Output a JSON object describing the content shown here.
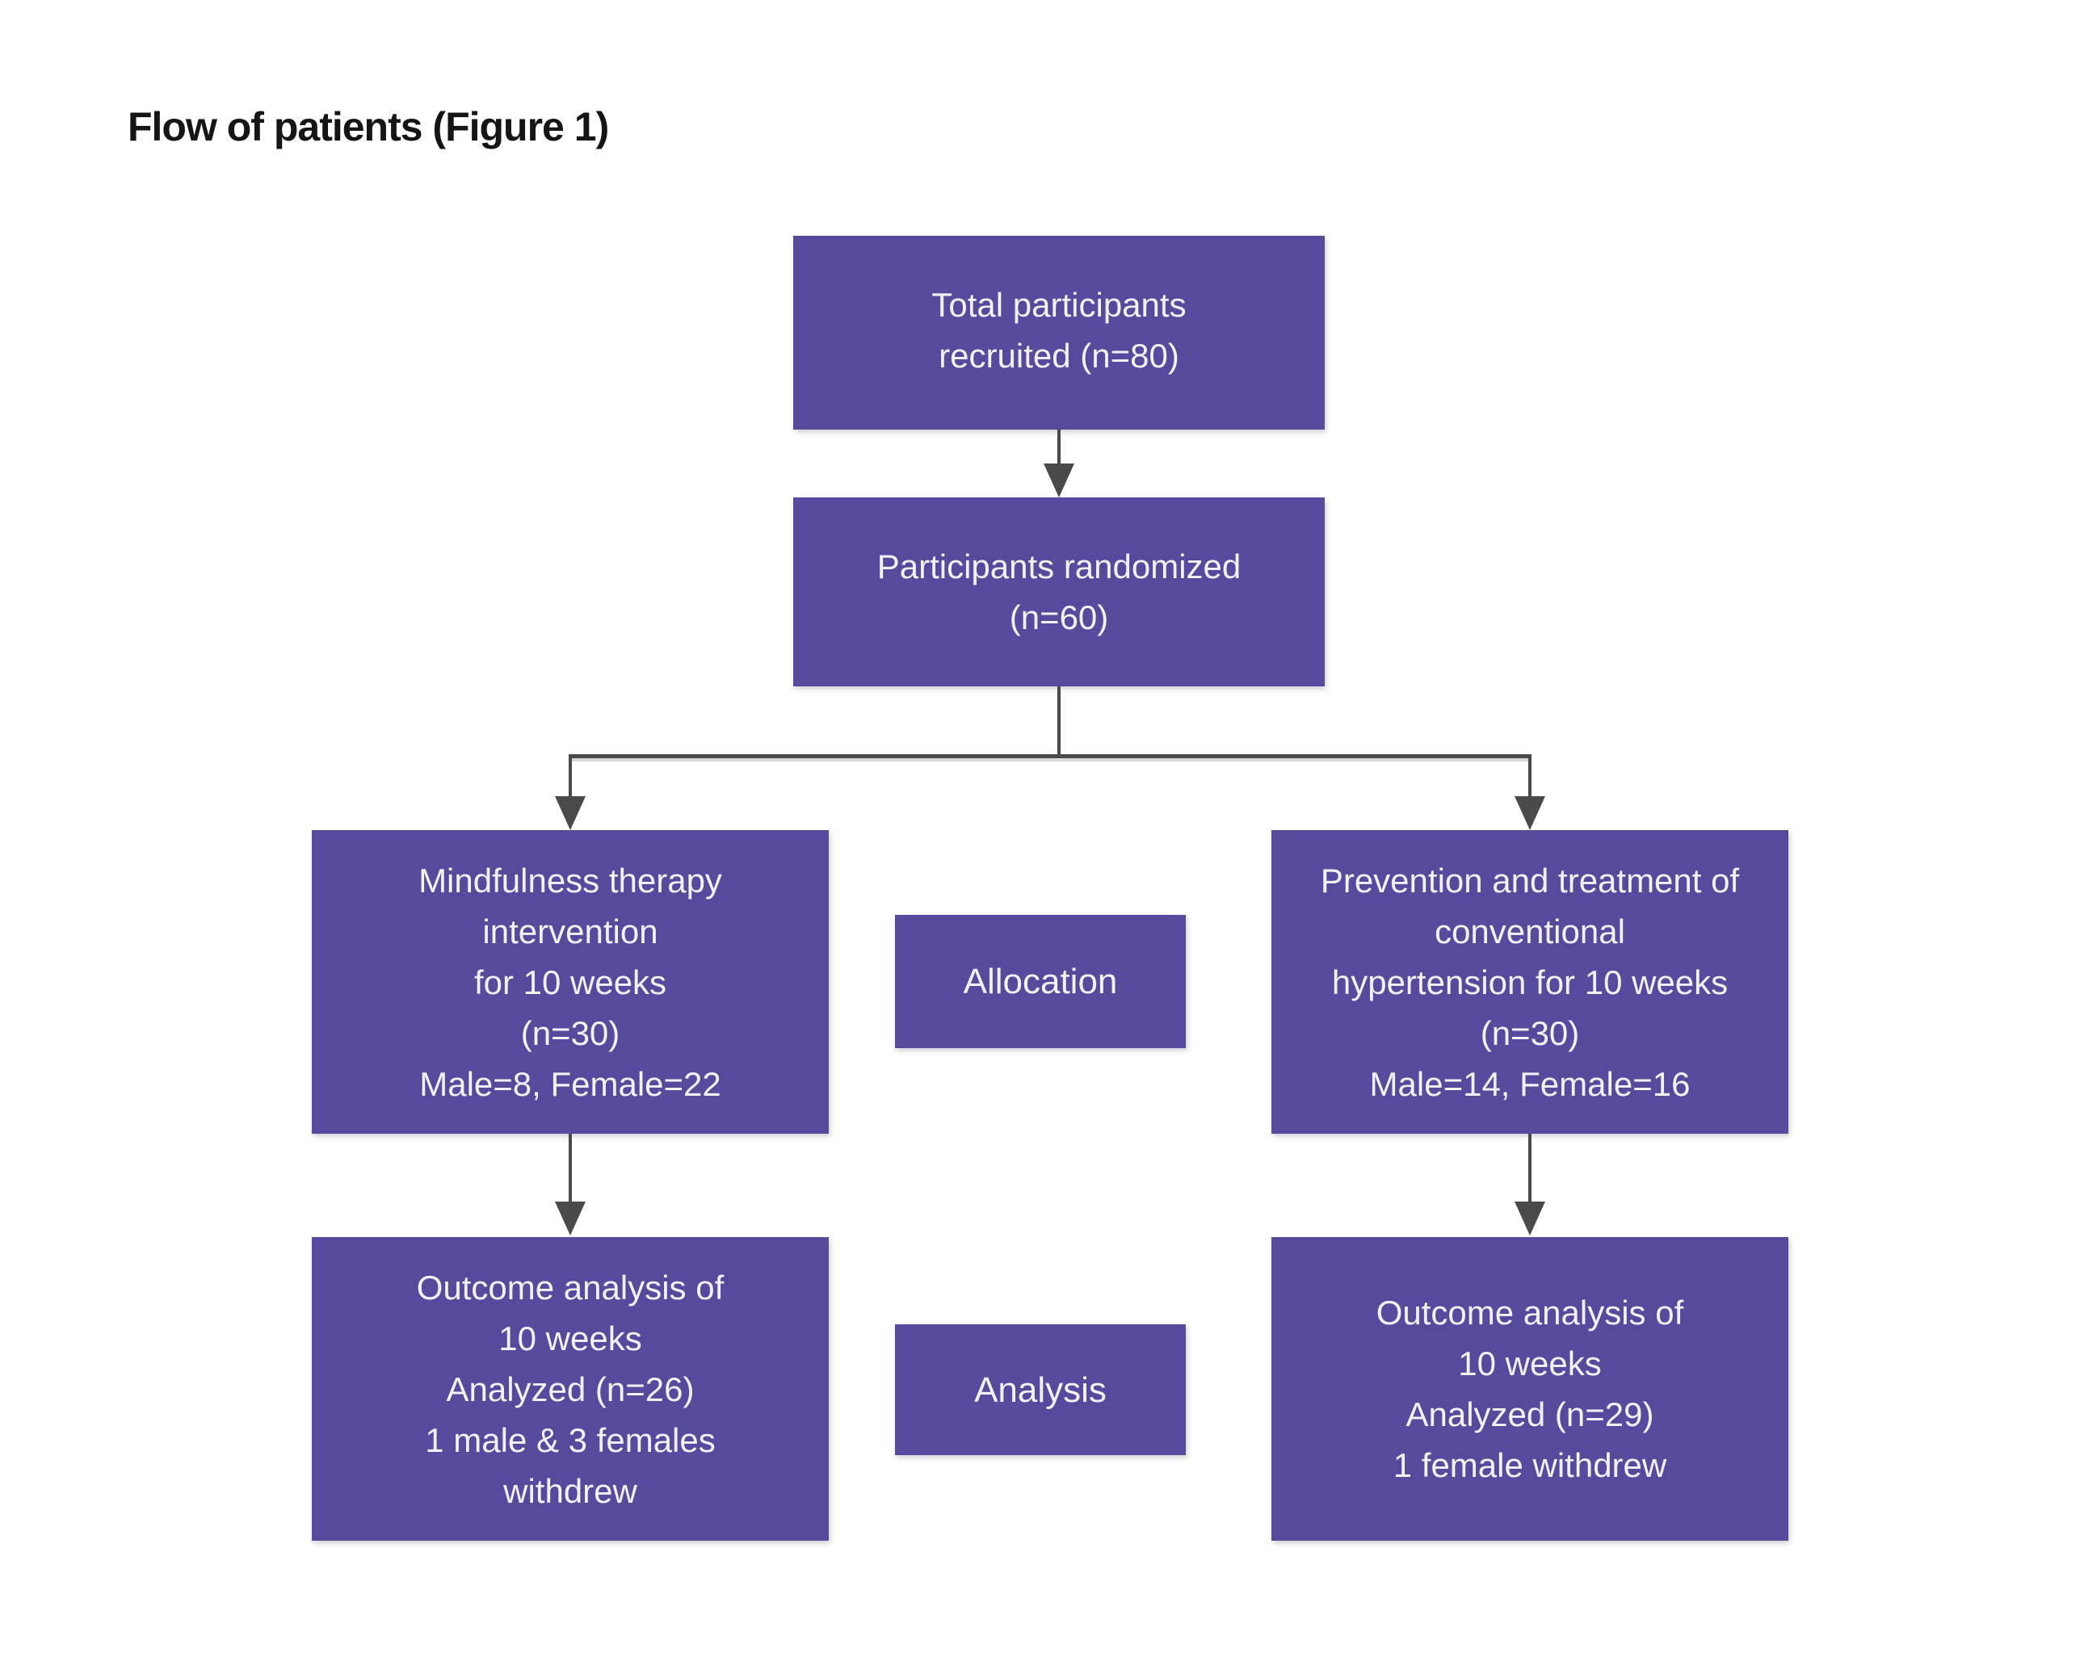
{
  "title": "Flow of patients (Figure 1)",
  "colors": {
    "background": "#ffffff",
    "node_fill": "#564a9d",
    "node_text": "#f3f1f8",
    "arrow": "#4a4a4a",
    "title_text": "#151515"
  },
  "boxes": {
    "recruited": {
      "lines": [
        "Total participants",
        "recruited (n=80)"
      ]
    },
    "randomized": {
      "lines": [
        "Participants randomized",
        "(n=60)"
      ]
    },
    "mindfulness": {
      "lines": [
        "Mindfulness therapy",
        "intervention",
        "for 10 weeks",
        "(n=30)",
        "Male=8, Female=22"
      ]
    },
    "allocation": {
      "label": "Allocation"
    },
    "prevention": {
      "lines": [
        "Prevention and treatment of",
        "conventional",
        "hypertension for 10 weeks",
        "(n=30)",
        "Male=14, Female=16"
      ]
    },
    "outcome_left": {
      "lines": [
        "Outcome analysis of",
        "10 weeks",
        "Analyzed (n=26)",
        "1 male & 3 females",
        "withdrew"
      ]
    },
    "analysis": {
      "label": "Analysis"
    },
    "outcome_right": {
      "lines": [
        "Outcome analysis of",
        "10 weeks",
        "Analyzed (n=29)",
        "1 female withdrew"
      ]
    }
  },
  "edges": [
    {
      "from": "recruited",
      "to": "randomized"
    },
    {
      "from": "randomized",
      "to": "mindfulness"
    },
    {
      "from": "randomized",
      "to": "prevention"
    },
    {
      "from": "mindfulness",
      "to": "outcome_left"
    },
    {
      "from": "prevention",
      "to": "outcome_right"
    }
  ]
}
